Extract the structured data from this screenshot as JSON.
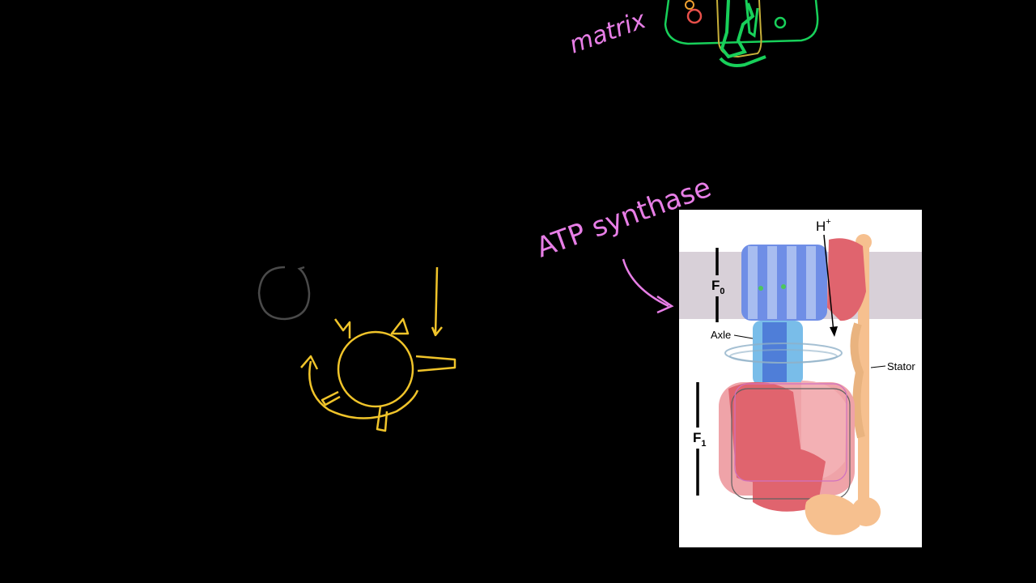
{
  "handwriting": {
    "matrix": "matrix",
    "atp_synthase": "ATP synthase"
  },
  "figure": {
    "h_plus_base": "H",
    "h_plus_sup": "+",
    "f0_base": "F",
    "f0_sub": "0",
    "f1_base": "F",
    "f1_sub": "1",
    "axle": "Axle",
    "stator": "Stator"
  },
  "colors": {
    "background": "#000000",
    "pink_ink": "#e77ee6",
    "green_ink": "#18d05a",
    "yellow_ink": "#f0c42a",
    "gray_ink": "#4a4a4a",
    "membrane_band": "#d8d0d8",
    "blue_protein": "#6f8ee6",
    "light_blue_protein": "#79bde9",
    "red_protein": "#e0646e",
    "pink_protein": "#efa3a8",
    "stator_orange": "#f6c08f"
  }
}
